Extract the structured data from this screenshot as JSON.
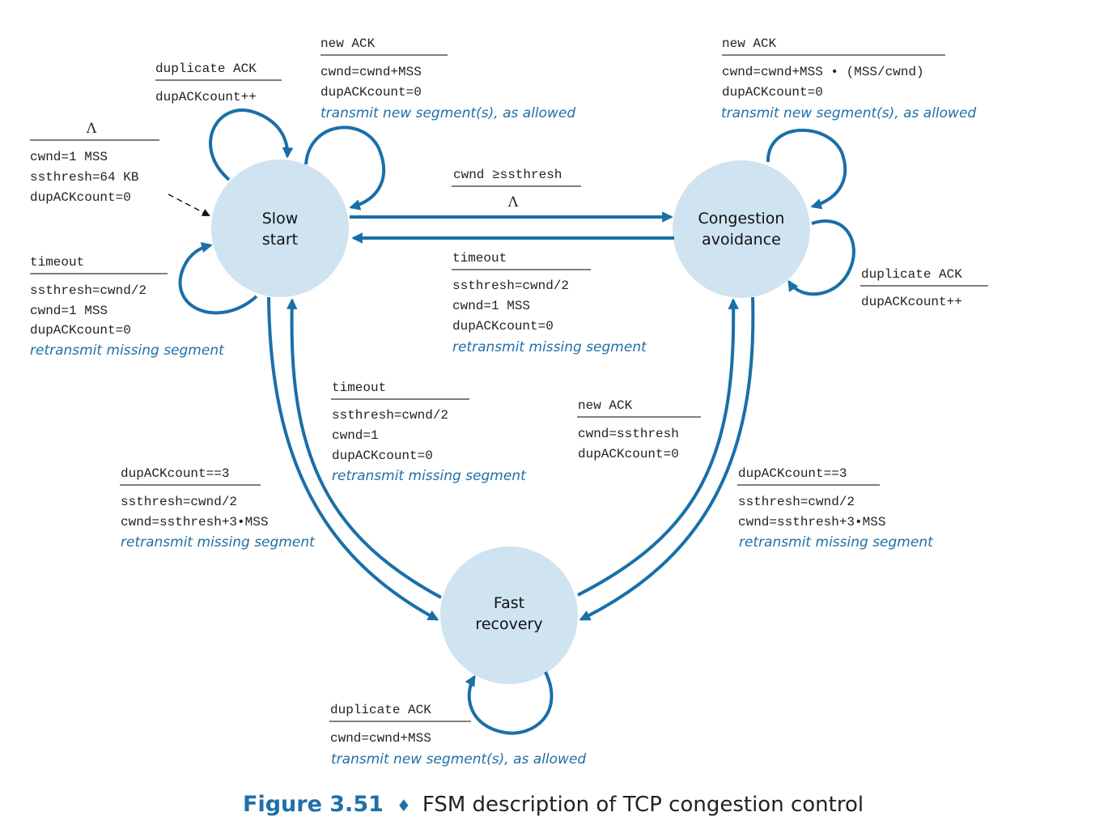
{
  "colors": {
    "arrow": "#1a6fa8",
    "state_fill": "#cfe3f1",
    "action_text": "#1f6fa8"
  },
  "states": {
    "slow_start": [
      "Slow",
      "start"
    ],
    "congestion_avoidance": [
      "Congestion",
      "avoidance"
    ],
    "fast_recovery": [
      "Fast",
      "recovery"
    ]
  },
  "transitions": {
    "initial": {
      "event": "Λ",
      "actions": [
        "cwnd=1 MSS",
        "ssthresh=64 KB",
        "dupACKcount=0"
      ]
    },
    "ss_dup_ack": {
      "event": "duplicate ACK",
      "actions": [
        "dupACKcount++"
      ]
    },
    "ss_new_ack": {
      "event": "new ACK",
      "actions": [
        "cwnd=cwnd+MSS",
        "dupACKcount=0"
      ],
      "note": "transmit new segment(s), as allowed"
    },
    "ss_timeout": {
      "event": "timeout",
      "actions": [
        "ssthresh=cwnd/2",
        "cwnd=1 MSS",
        "dupACKcount=0"
      ],
      "note": "retransmit missing segment"
    },
    "ss_to_ca": {
      "event": "cwnd ≥ssthresh",
      "actions": [
        "Λ"
      ]
    },
    "ca_timeout": {
      "event": "timeout",
      "actions": [
        "ssthresh=cwnd/2",
        "cwnd=1 MSS",
        "dupACKcount=0"
      ],
      "note": "retransmit missing segment"
    },
    "ca_new_ack": {
      "event": "new ACK",
      "actions": [
        "cwnd=cwnd+MSS • (MSS/cwnd)",
        "dupACKcount=0"
      ],
      "note": "transmit new segment(s), as allowed"
    },
    "ca_dup_ack": {
      "event": "duplicate ACK",
      "actions": [
        "dupACKcount++"
      ]
    },
    "fr_timeout": {
      "event": "timeout",
      "actions": [
        "ssthresh=cwnd/2",
        "cwnd=1",
        "dupACKcount=0"
      ],
      "note": "retransmit missing segment"
    },
    "ss_to_fr": {
      "event": "dupACKcount==3",
      "actions": [
        "ssthresh=cwnd/2",
        "cwnd=ssthresh+3•MSS"
      ],
      "note": "retransmit missing segment"
    },
    "fr_to_ca": {
      "event": "new ACK",
      "actions": [
        "cwnd=ssthresh",
        "dupACKcount=0"
      ]
    },
    "ca_to_fr": {
      "event": "dupACKcount==3",
      "actions": [
        "ssthresh=cwnd/2",
        "cwnd=ssthresh+3•MSS"
      ],
      "note": "retransmit missing segment"
    },
    "fr_dup_ack": {
      "event": "duplicate ACK",
      "actions": [
        "cwnd=cwnd+MSS"
      ],
      "note": "transmit new segment(s), as allowed"
    }
  },
  "caption": {
    "number": "Figure 3.51",
    "separator": "♦",
    "text": "FSM description of TCP congestion control"
  }
}
